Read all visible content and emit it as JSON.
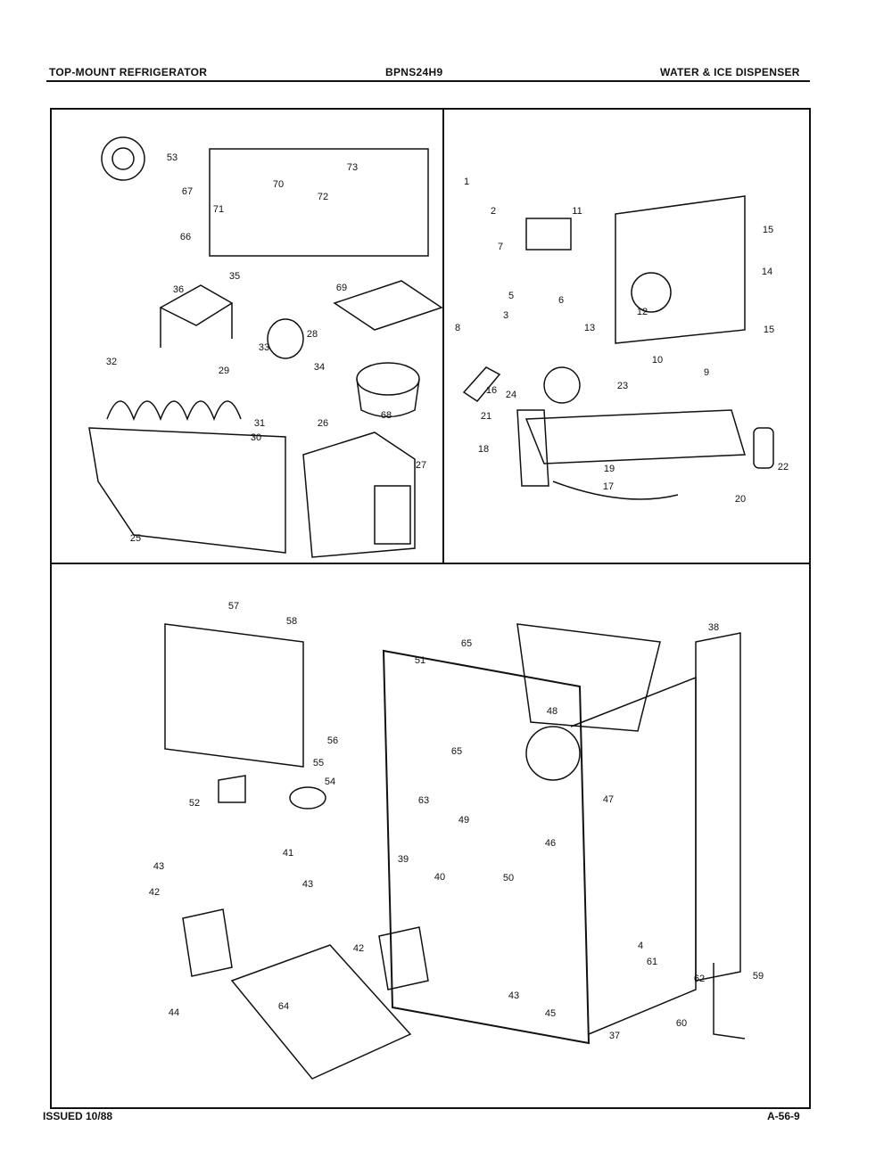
{
  "header": {
    "left": "TOP-MOUNT REFRIGERATOR",
    "center": "BPNS24H9",
    "right": "WATER & ICE DISPENSER"
  },
  "footer": {
    "left": "ISSUED 10/88",
    "right": "A-56-9"
  },
  "panels": {
    "top_left": {
      "callouts": [
        "53",
        "67",
        "66",
        "36",
        "35",
        "70",
        "71",
        "73",
        "72",
        "69",
        "33",
        "34",
        "28",
        "29",
        "32",
        "31",
        "30",
        "26",
        "68",
        "27",
        "25"
      ]
    },
    "top_right": {
      "callouts": [
        "1",
        "2",
        "11",
        "15",
        "15",
        "14",
        "7",
        "5",
        "6",
        "8",
        "3",
        "13",
        "12",
        "10",
        "9",
        "23",
        "16",
        "24",
        "21",
        "18",
        "19",
        "17",
        "22",
        "20"
      ]
    },
    "bottom": {
      "callouts": [
        "57",
        "58",
        "56",
        "55",
        "52",
        "54",
        "41",
        "43",
        "43",
        "42",
        "44",
        "64",
        "51",
        "65",
        "65",
        "48",
        "47",
        "63",
        "49",
        "46",
        "39",
        "40",
        "50",
        "42",
        "43",
        "45",
        "37",
        "38",
        "4",
        "61",
        "62",
        "59",
        "60"
      ]
    }
  }
}
